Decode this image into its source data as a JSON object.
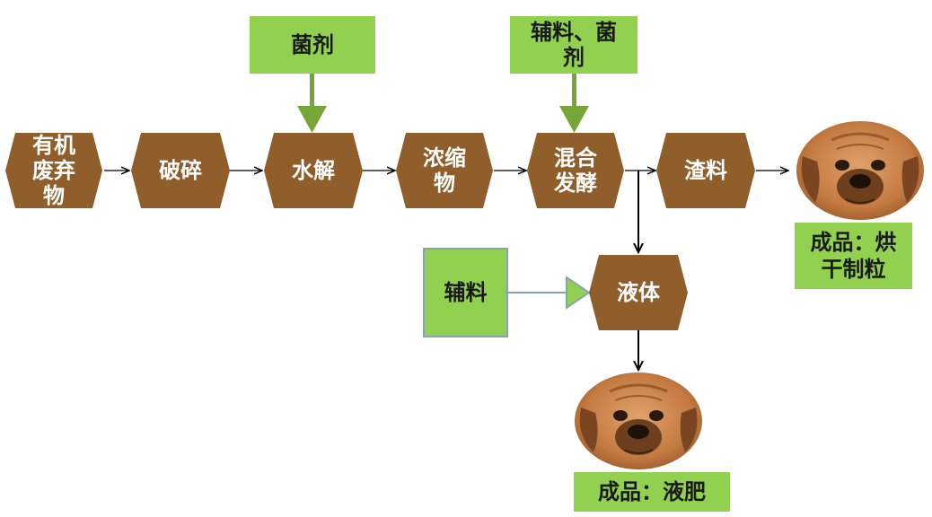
{
  "flow": {
    "steps": [
      "有机废弃物",
      "破碎",
      "水解",
      "浓缩物",
      "混合发酵",
      "渣料"
    ],
    "liquid": "液体"
  },
  "inputs": {
    "enzyme": "菌剂",
    "aux_enzyme": "辅料、菌剂",
    "aux": "辅料"
  },
  "products": {
    "solid": "成品：烘干制粒",
    "liquid": "成品：液肥"
  },
  "colors": {
    "hex_fill": "#8f5e2b",
    "box_fill": "#92d050",
    "down_arrow": "#76a638",
    "aux_border": "#8aa2b8"
  },
  "images": {
    "dog_icon": "puppy-face-photo"
  }
}
